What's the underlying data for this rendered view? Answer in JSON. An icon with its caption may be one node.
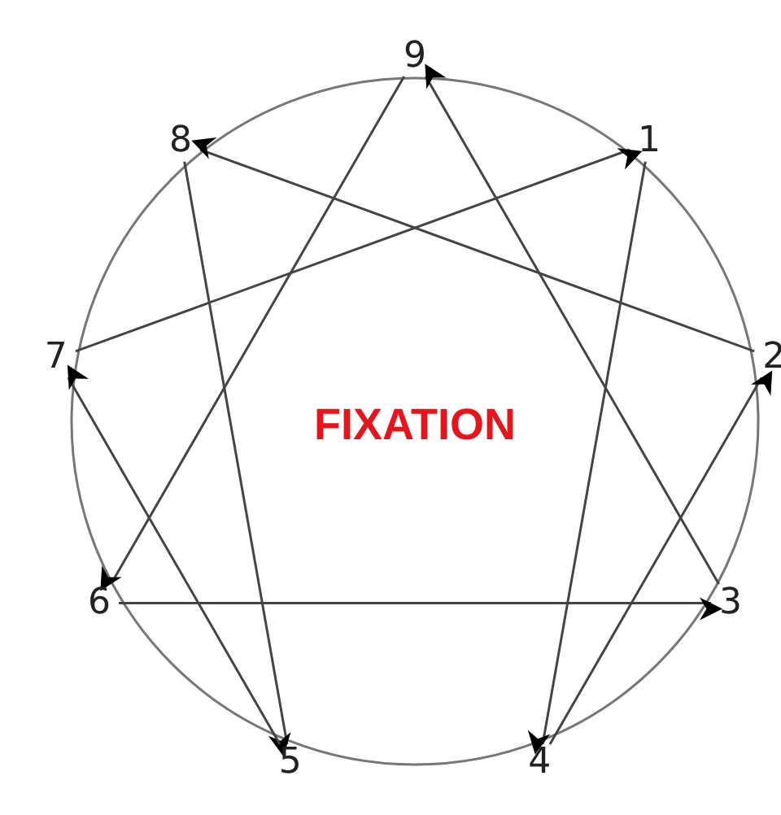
{
  "diagram": {
    "nodes": [
      {
        "text": [
          "9"
        ]
      },
      {
        "text": [
          "1"
        ]
      },
      {
        "text": [
          "2"
        ]
      },
      {
        "text": [
          "3"
        ]
      },
      {
        "text": [
          "4"
        ]
      },
      {
        "text": [
          "5"
        ]
      },
      {
        "text": [
          "6"
        ]
      },
      {
        "text": [
          "7"
        ]
      },
      {
        "text": [
          "8"
        ]
      }
    ],
    "edges": [
      {
        "from": 0,
        "to": 6,
        "arrow": "to"
      },
      {
        "from": 3,
        "to": 0,
        "arrow": "to"
      },
      {
        "from": 6,
        "to": 3,
        "arrow": "to"
      },
      {
        "from": 1,
        "to": 4,
        "arrow": "to"
      },
      {
        "from": 4,
        "to": 2,
        "arrow": "to"
      },
      {
        "from": 2,
        "to": 8,
        "arrow": "to"
      },
      {
        "from": 8,
        "to": 5,
        "arrow": "to"
      },
      {
        "from": 5,
        "to": 7,
        "arrow": "to"
      },
      {
        "from": 7,
        "to": 1,
        "arrow": "to"
      }
    ],
    "labels": [
      "FIXATION"
    ]
  }
}
